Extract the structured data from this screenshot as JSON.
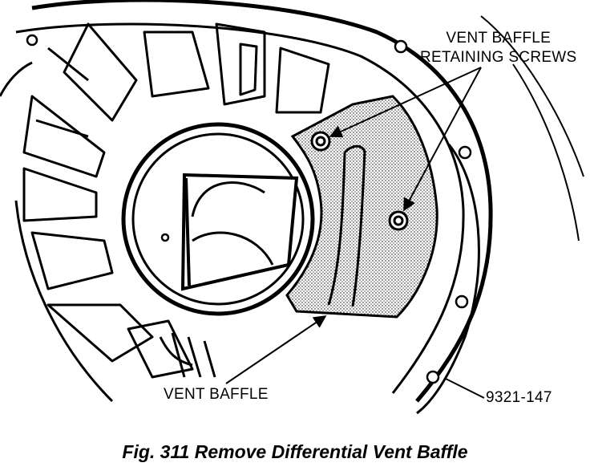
{
  "labels": {
    "screws_line1": "VENT BAFFLE",
    "screws_line2": "RETAINING SCREWS",
    "baffle": "VENT BAFFLE",
    "figure_number": "9321-147"
  },
  "caption": "Fig. 311 Remove Differential Vent Baffle"
}
